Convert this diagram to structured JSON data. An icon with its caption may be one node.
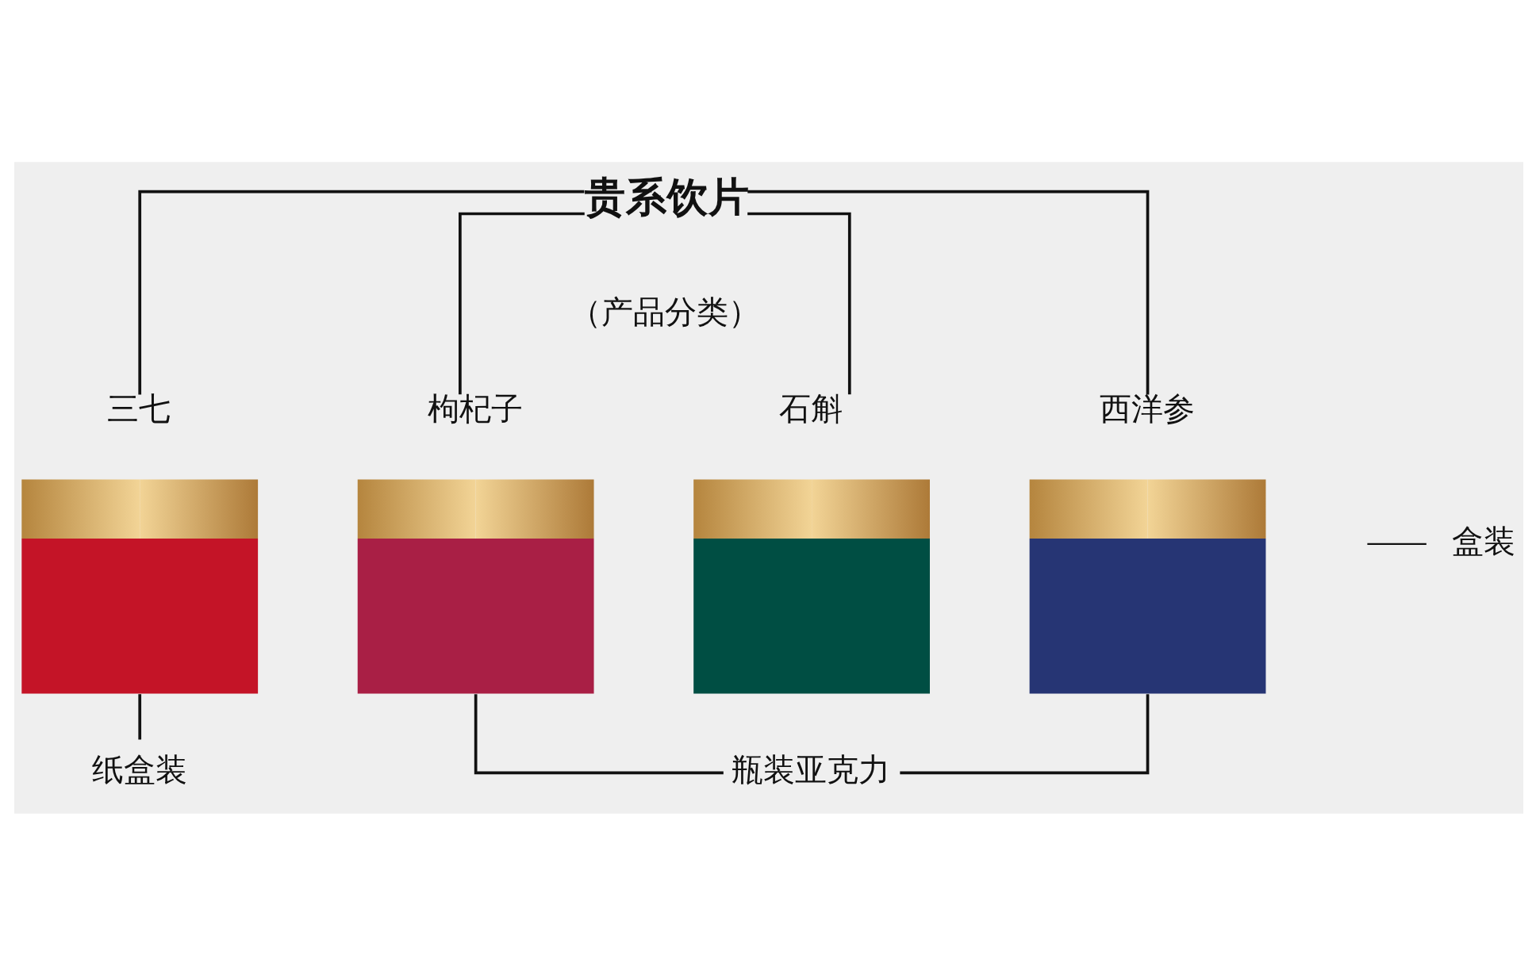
{
  "diagram": {
    "nodes": [
      {
        "text": [
          "贵系饮片"
        ]
      },
      {
        "text": [
          "三七"
        ]
      },
      {
        "text": [
          "枸杞子"
        ]
      },
      {
        "text": [
          "石斛"
        ]
      },
      {
        "text": [
          "西洋参"
        ]
      },
      {
        "text": [
          "纸盒装"
        ]
      },
      {
        "text": [
          "瓶装亚克力"
        ]
      }
    ],
    "edges": [
      {
        "from": 0,
        "to": 1,
        "arrow": "none"
      },
      {
        "from": 0,
        "to": 2,
        "arrow": "none"
      },
      {
        "from": 0,
        "to": 3,
        "arrow": "none"
      },
      {
        "from": 0,
        "to": 4,
        "arrow": "none"
      },
      {
        "from": 1,
        "to": 5,
        "arrow": "none"
      },
      {
        "from": 2,
        "to": 6,
        "arrow": "none"
      },
      {
        "from": 4,
        "to": 6,
        "arrow": "none"
      }
    ],
    "labels": [
      "（产品分类）",
      "盒装"
    ]
  }
}
